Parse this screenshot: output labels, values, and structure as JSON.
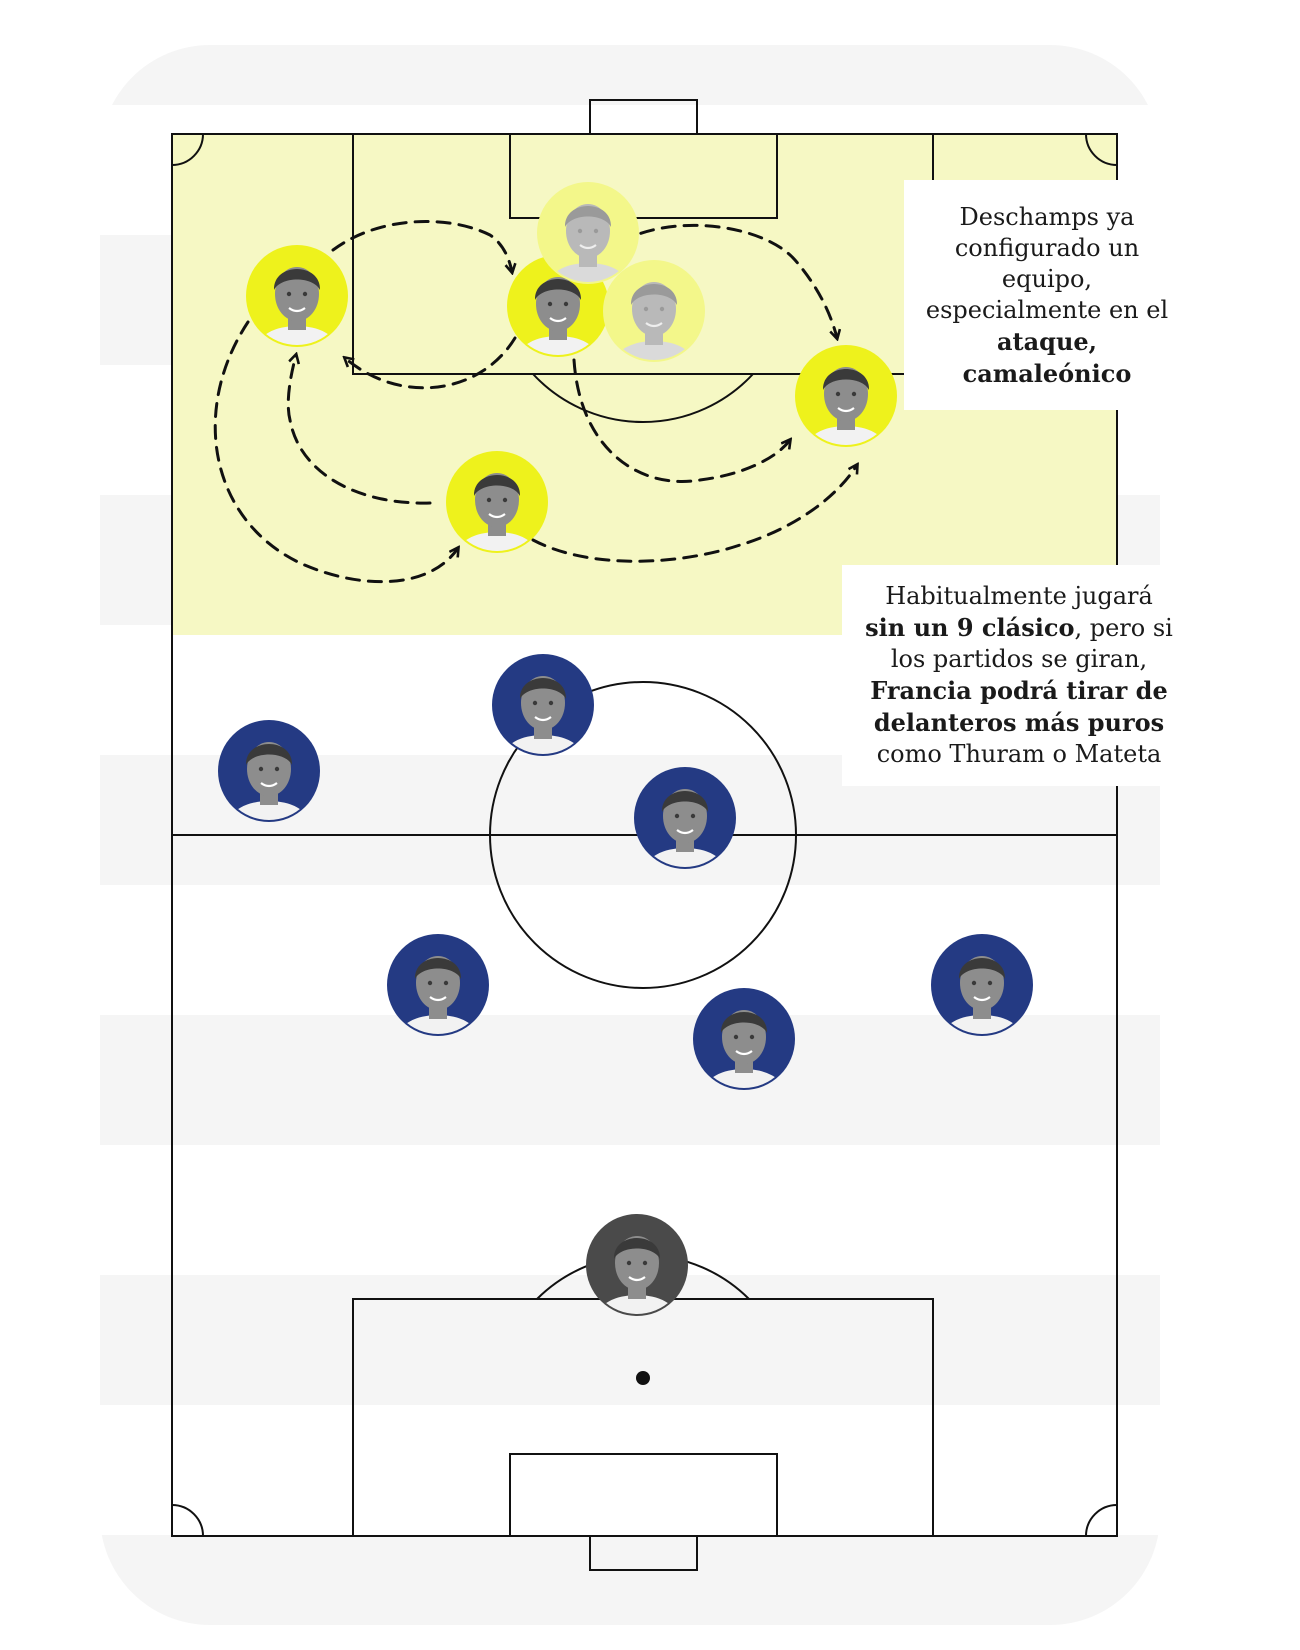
{
  "callouts": {
    "first": {
      "line1": "Deschamps ya",
      "line2": "configurado un equipo,",
      "line3": "especialmente en el",
      "bold": "ataque, camaleónico"
    },
    "second": {
      "line1": "Habitualmente jugará",
      "bold1": "sin un 9 clásico",
      "line2_rest": ", pero si",
      "line3": "los partidos se giran,",
      "bold2": "Francia podrá tirar de",
      "bold3": "delanteros más puros",
      "line6": "como Thuram o Mateta"
    }
  },
  "colors": {
    "attack_zone": "#f6f8c4",
    "attack_ring": "#eef21c",
    "alt_ring": "#f3f78a",
    "team_ring": "#243a83",
    "keeper_ring": "#4a4a4a",
    "stripe": "#f5f5f5",
    "line": "#111111"
  },
  "players": [
    {
      "role": "attacker",
      "team": "attack",
      "icon": "player-photo"
    },
    {
      "role": "attacker",
      "team": "attack",
      "icon": "player-photo"
    },
    {
      "role": "attacker",
      "team": "attack",
      "icon": "player-photo"
    },
    {
      "role": "attacker",
      "team": "attack",
      "icon": "player-photo"
    },
    {
      "role": "alternative-striker",
      "team": "alt",
      "icon": "player-photo"
    },
    {
      "role": "alternative-striker",
      "team": "alt",
      "icon": "player-photo"
    },
    {
      "role": "midfielder",
      "team": "team",
      "icon": "player-photo"
    },
    {
      "role": "midfielder",
      "team": "team",
      "icon": "player-photo"
    },
    {
      "role": "defender",
      "team": "team",
      "icon": "player-photo"
    },
    {
      "role": "defender",
      "team": "team",
      "icon": "player-photo"
    },
    {
      "role": "defender",
      "team": "team",
      "icon": "player-photo"
    },
    {
      "role": "defender",
      "team": "team",
      "icon": "player-photo"
    },
    {
      "role": "goalkeeper",
      "team": "keeper",
      "icon": "player-photo"
    }
  ]
}
